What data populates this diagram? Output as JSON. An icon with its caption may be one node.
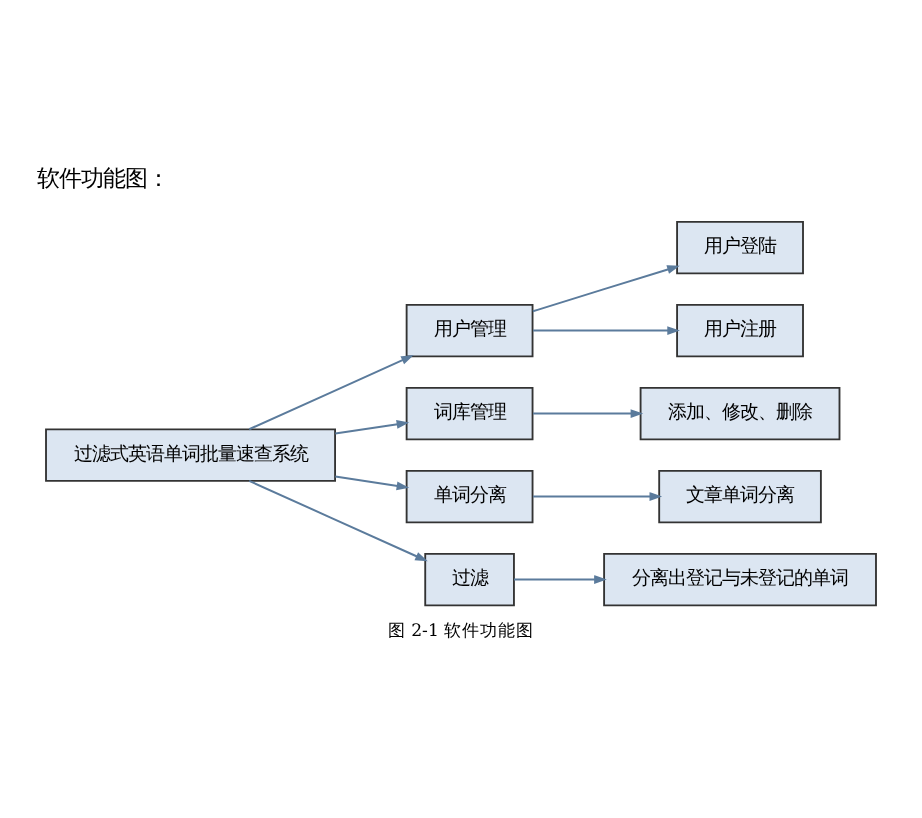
{
  "diagram": {
    "title": "软件功能图：",
    "caption": "图 2-1 软件功能图",
    "nodes": [
      {
        "text": [
          "过滤式英语单词批量速查系统"
        ]
      },
      {
        "text": [
          "用户管理"
        ]
      },
      {
        "text": [
          "用户登陆"
        ]
      },
      {
        "text": [
          "用户注册"
        ]
      },
      {
        "text": [
          "词库管理"
        ]
      },
      {
        "text": [
          "添加、修改、删除"
        ]
      },
      {
        "text": [
          "单词分离"
        ]
      },
      {
        "text": [
          "文章单词分离"
        ]
      },
      {
        "text": [
          "过滤"
        ]
      },
      {
        "text": [
          "分离出登记与未登记的单词"
        ]
      }
    ],
    "edges": [
      {
        "from": 0,
        "to": 1,
        "arrow": "to"
      },
      {
        "from": 0,
        "to": 4,
        "arrow": "to"
      },
      {
        "from": 0,
        "to": 6,
        "arrow": "to"
      },
      {
        "from": 0,
        "to": 8,
        "arrow": "to"
      },
      {
        "from": 1,
        "to": 2,
        "arrow": "to"
      },
      {
        "from": 1,
        "to": 3,
        "arrow": "to"
      },
      {
        "from": 4,
        "to": 5,
        "arrow": "to"
      },
      {
        "from": 6,
        "to": 7,
        "arrow": "to"
      },
      {
        "from": 8,
        "to": 9,
        "arrow": "to"
      }
    ]
  }
}
